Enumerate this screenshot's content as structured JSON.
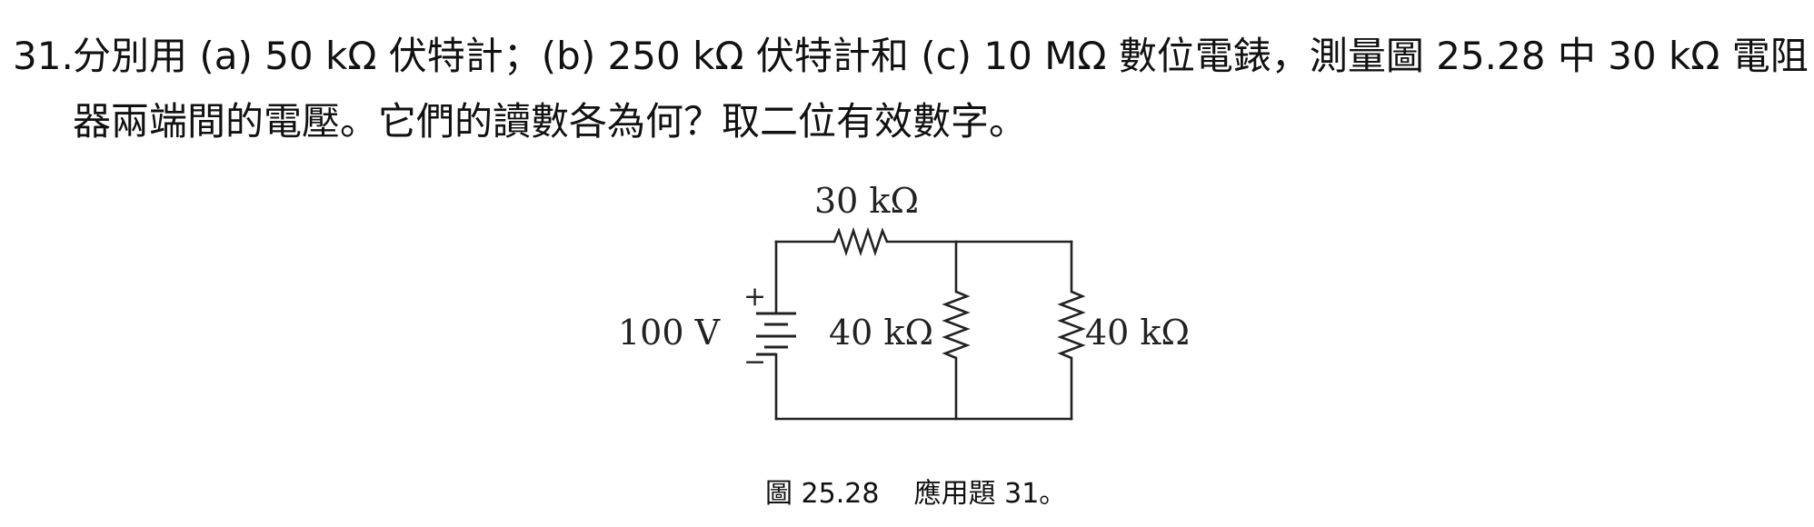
{
  "problem": {
    "number": "31.",
    "line1": "分別用  (a) 50 kΩ 伏特計；(b) 250 kΩ 伏特計和  (c) 10 MΩ 數位電錶，測量圖 25.28 中 30 kΩ 電阻",
    "line2": "器兩端間的電壓。它們的讀數各為何？取二位有效數字。"
  },
  "circuit": {
    "source_label": "100 V",
    "plus_sign": "+",
    "minus_sign": "−",
    "top_resistor_label": "30 kΩ",
    "middle_resistor_label": "40 kΩ",
    "right_resistor_label": "40 kΩ"
  },
  "caption": {
    "figure_ref": "圖 25.28",
    "text": "應用題 31。"
  },
  "colors": {
    "ink": "#222222",
    "text": "#111111",
    "background": "#ffffff"
  }
}
